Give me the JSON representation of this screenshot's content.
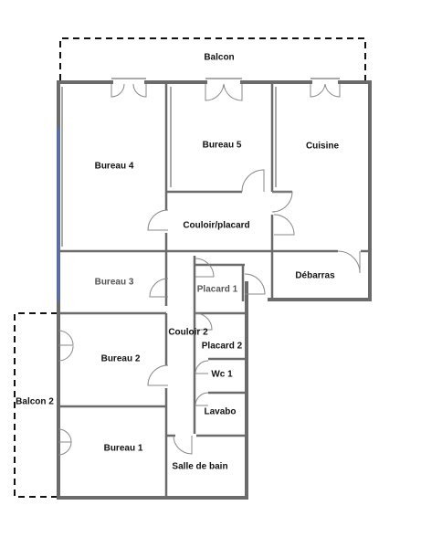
{
  "rooms": {
    "balcon": "Balcon",
    "bureau4": "Bureau 4",
    "bureau5": "Bureau 5",
    "cuisine": "Cuisine",
    "couloir_placard": "Couloir/placard",
    "debarras": "Débarras",
    "bureau3": "Bureau 3",
    "placard1": "Placard 1",
    "couloir2": "Couloir 2",
    "placard2": "Placard 2",
    "bureau2": "Bureau 2",
    "wc1": "Wc 1",
    "balcon2": "Balcon 2",
    "lavabo": "Lavabo",
    "bureau1": "Bureau 1",
    "salle_de_bain": "Salle de bain"
  },
  "colors": {
    "wall": "#6b6b6b",
    "thin": "#555555",
    "door": "#888888",
    "window": "#4a6fd8"
  }
}
